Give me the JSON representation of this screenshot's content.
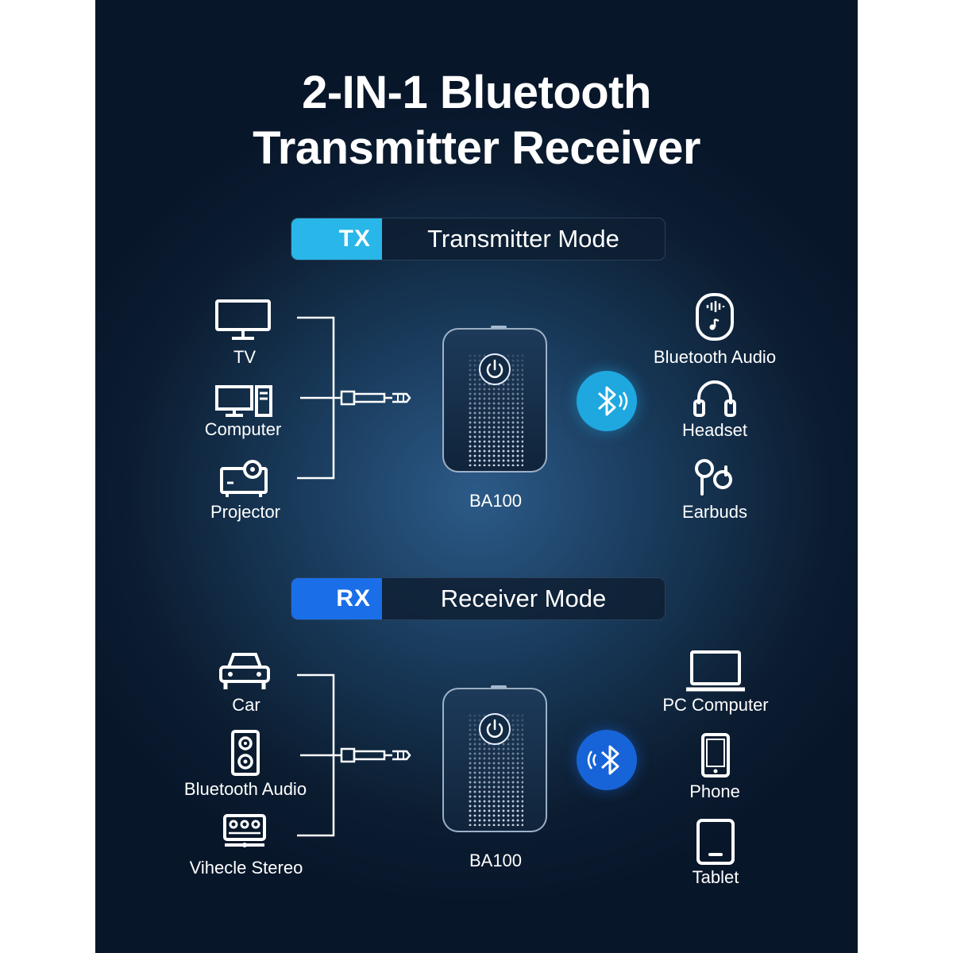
{
  "title": {
    "line1": "2-IN-1 Bluetooth",
    "line2": "Transmitter Receiver"
  },
  "tx": {
    "tag": "TX",
    "label": "Transmitter Mode",
    "tag_color": "#29b6e8",
    "sources": [
      "TV",
      "Computer",
      "Projector"
    ],
    "device": "BA100",
    "targets": [
      "Bluetooth Audio",
      "Headset",
      "Earbuds"
    ],
    "bt_color": "#1fa8e0"
  },
  "rx": {
    "tag": "RX",
    "label": "Receiver Mode",
    "tag_color": "#1a6fe8",
    "sources": [
      "Car",
      "Bluetooth Audio",
      "Vihecle Stereo"
    ],
    "device": "BA100",
    "targets": [
      "PC Computer",
      "Phone",
      "Tablet"
    ],
    "bt_color": "#1764d8"
  }
}
